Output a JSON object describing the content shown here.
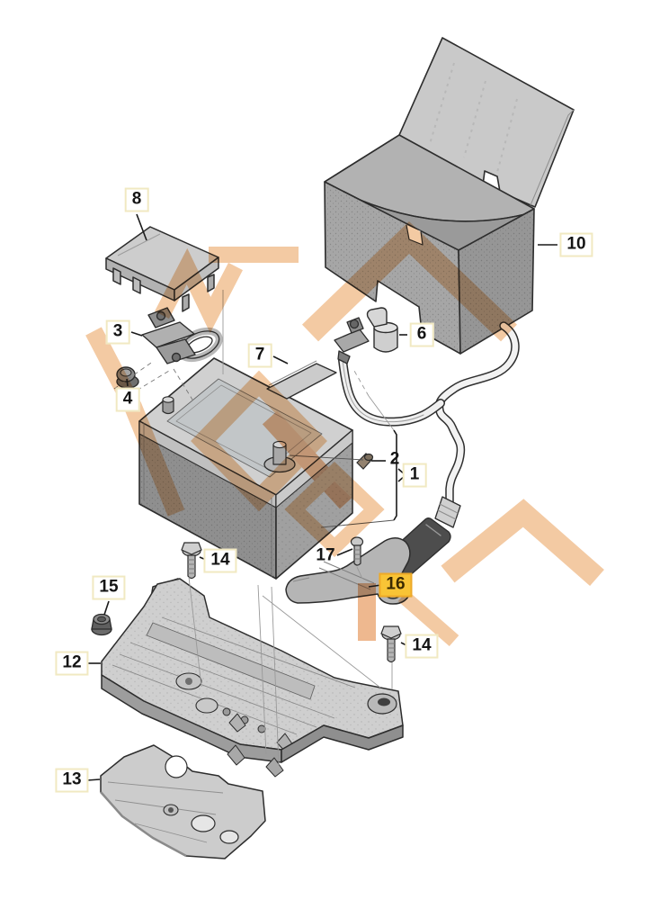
{
  "diagram": {
    "kind": "exploded-parts-diagram",
    "subject": "battery-with-mounting-parts",
    "colors": {
      "watermark_light": "#f3c79e",
      "watermark_mid": "#eeb489",
      "highlight_bg": "#f8c436",
      "highlight_border": "#eda928",
      "label_border": "#f1e9c2",
      "line": "#2d2d2d"
    },
    "callouts": [
      {
        "text": "8",
        "style": "boxed"
      },
      {
        "text": "3",
        "style": "boxed"
      },
      {
        "text": "4",
        "style": "boxed"
      },
      {
        "text": "7",
        "style": "boxed"
      },
      {
        "text": "10",
        "style": "boxed"
      },
      {
        "text": "6",
        "style": "boxed"
      },
      {
        "text": "2",
        "style": "plain"
      },
      {
        "text": "1",
        "style": "boxed"
      },
      {
        "text": "17",
        "style": "plain"
      },
      {
        "text": "16",
        "style": "highlight"
      },
      {
        "text": "14",
        "style": "boxed"
      },
      {
        "text": "14",
        "style": "boxed"
      },
      {
        "text": "15",
        "style": "boxed"
      },
      {
        "text": "12",
        "style": "boxed"
      },
      {
        "text": "13",
        "style": "boxed"
      }
    ]
  }
}
